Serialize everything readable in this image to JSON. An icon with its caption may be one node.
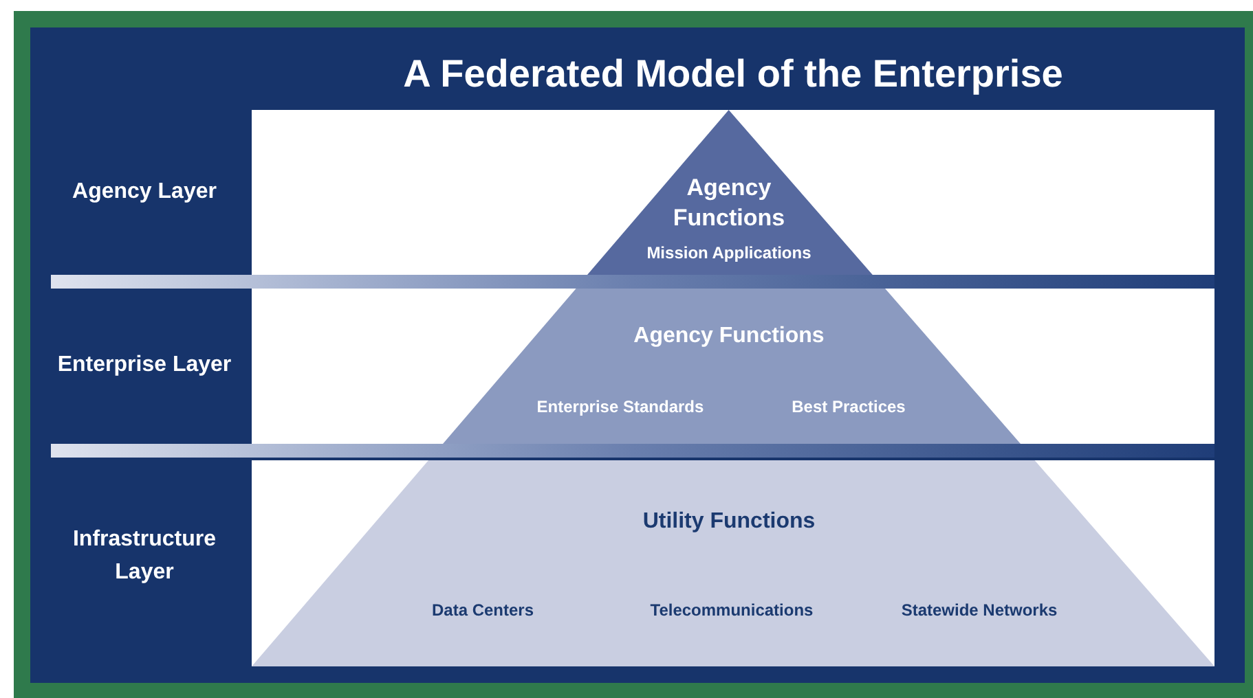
{
  "diagram": {
    "title": "A Federated Model of the Enterprise",
    "nodes": [
      {
        "text": [
          "Agency Functions",
          "Mission Applications"
        ]
      },
      {
        "text": [
          "Agency Functions",
          "Enterprise Standards",
          "Best Practices"
        ]
      },
      {
        "text": [
          "Utility Functions",
          "Data Centers",
          "Telecommunications",
          "Statewide Networks"
        ]
      }
    ],
    "labels": [
      "Agency Layer",
      "Enterprise Layer",
      "Infrastructure Layer"
    ]
  }
}
